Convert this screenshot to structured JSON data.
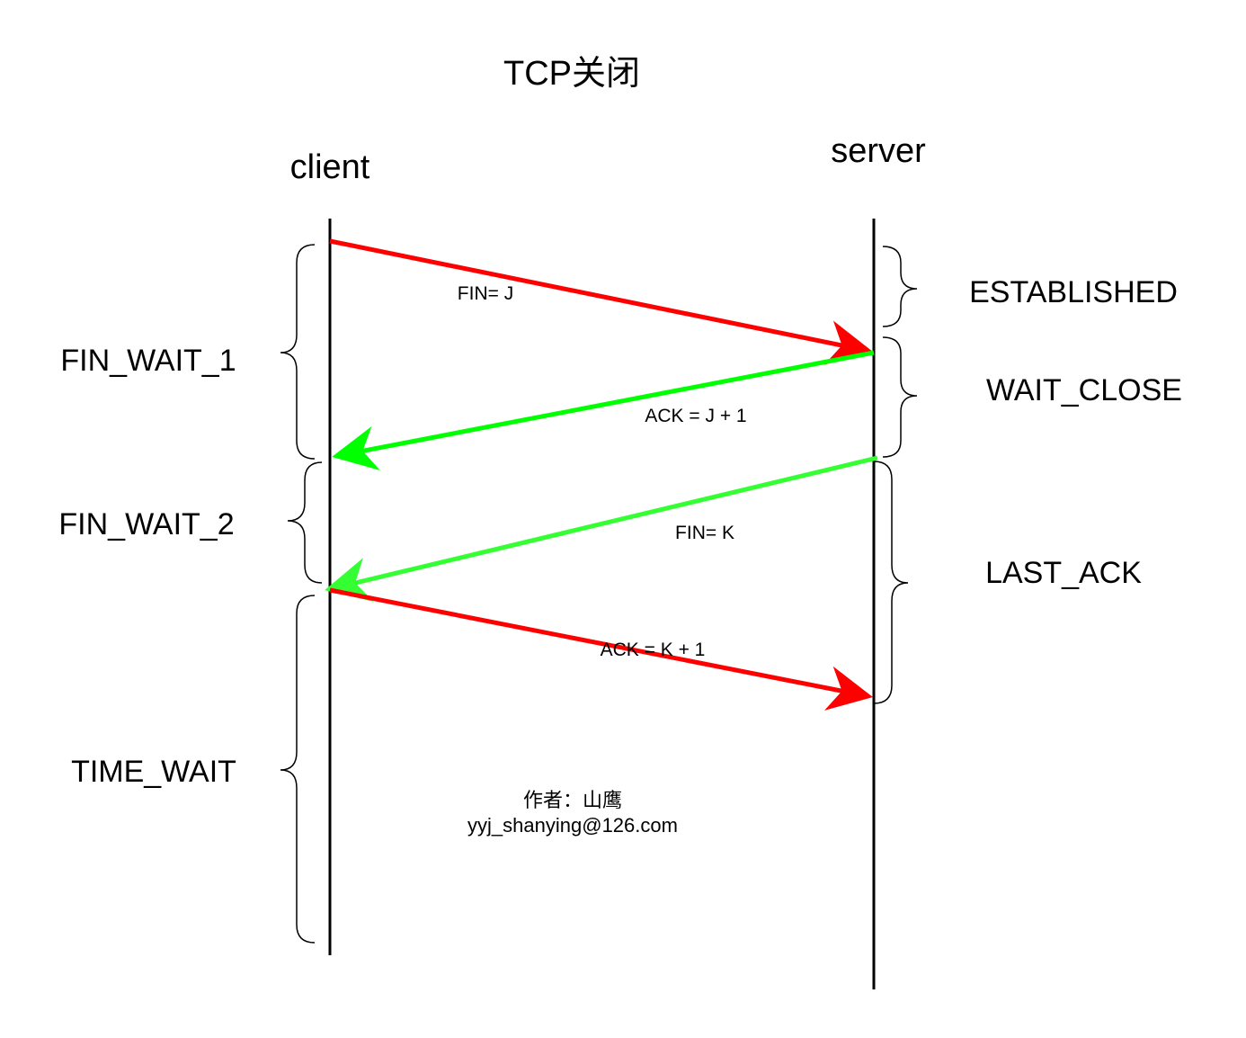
{
  "title": "TCP关闭",
  "endpoints": {
    "client": "client",
    "server": "server"
  },
  "client_states": {
    "fin_wait_1": "FIN_WAIT_1",
    "fin_wait_2": "FIN_WAIT_2",
    "time_wait": "TIME_WAIT"
  },
  "server_states": {
    "established": "ESTABLISHED",
    "wait_close": "WAIT_CLOSE",
    "last_ack": "LAST_ACK"
  },
  "messages": {
    "fin_j": "FIN= J",
    "ack_j1": "ACK = J + 1",
    "fin_k": "FIN= K",
    "ack_k1": "ACK = K + 1"
  },
  "author": {
    "line1": "作者：山鹰",
    "line2": "yyj_shanying@126.com"
  },
  "colors": {
    "red": "#ff0000",
    "green": "#00ff00",
    "light_green": "#33ff33",
    "line": "#000000"
  }
}
